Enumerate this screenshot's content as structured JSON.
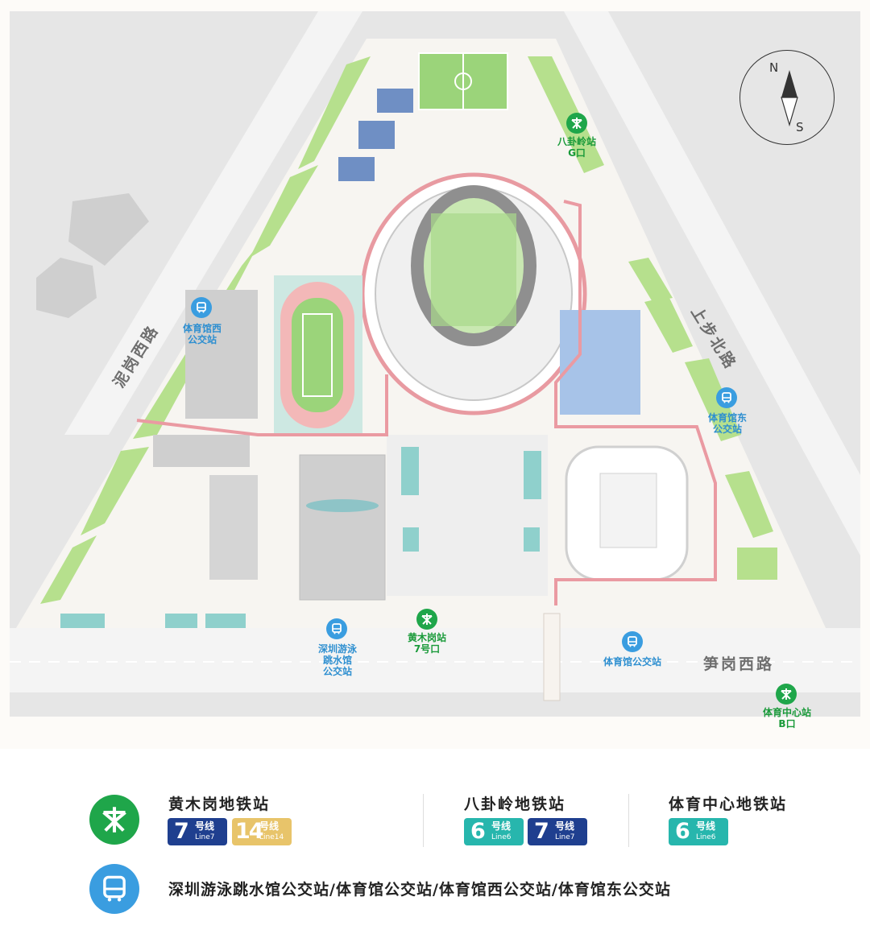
{
  "map": {
    "compass": {
      "north": "N",
      "south": "S"
    },
    "roads": {
      "west": "泥岗西路",
      "east": "上步北路",
      "south": "笋岗西路"
    },
    "metro_labels": [
      {
        "id": "bagualing-g",
        "line1": "八卦岭站",
        "line2": "G口"
      },
      {
        "id": "huangmugang-7",
        "line1": "黄木岗站",
        "line2": "7号口"
      },
      {
        "id": "tiyuzhongxin-b",
        "line1": "体育中心站",
        "line2": "B口"
      }
    ],
    "bus_labels": [
      {
        "id": "west",
        "line1": "体育馆西",
        "line2": "公交站"
      },
      {
        "id": "east",
        "line1": "体育馆东",
        "line2": "公交站"
      },
      {
        "id": "swim",
        "line1": "深圳游泳",
        "line2": "跳水馆",
        "line3": "公交站"
      },
      {
        "id": "gym",
        "line1": "体育馆公交站"
      }
    ]
  },
  "legend": {
    "metro_stations": [
      {
        "name": "黄木岗地铁站",
        "lines": [
          {
            "num": "7",
            "hao": "号线",
            "en": "Line7",
            "color": "#1f3f8f"
          },
          {
            "num": "14",
            "hao": "号线",
            "en": "Line14",
            "color": "#e8c46a"
          }
        ]
      },
      {
        "name": "八卦岭地铁站",
        "lines": [
          {
            "num": "6",
            "hao": "号线",
            "en": "Line6",
            "color": "#27b6ad"
          },
          {
            "num": "7",
            "hao": "号线",
            "en": "Line7",
            "color": "#1f3f8f"
          }
        ]
      },
      {
        "name": "体育中心地铁站",
        "lines": [
          {
            "num": "6",
            "hao": "号线",
            "en": "Line6",
            "color": "#27b6ad"
          }
        ]
      }
    ],
    "bus_stations": "深圳游泳跳水馆公交站/体育馆公交站/体育馆西公交站/体育馆东公交站"
  }
}
